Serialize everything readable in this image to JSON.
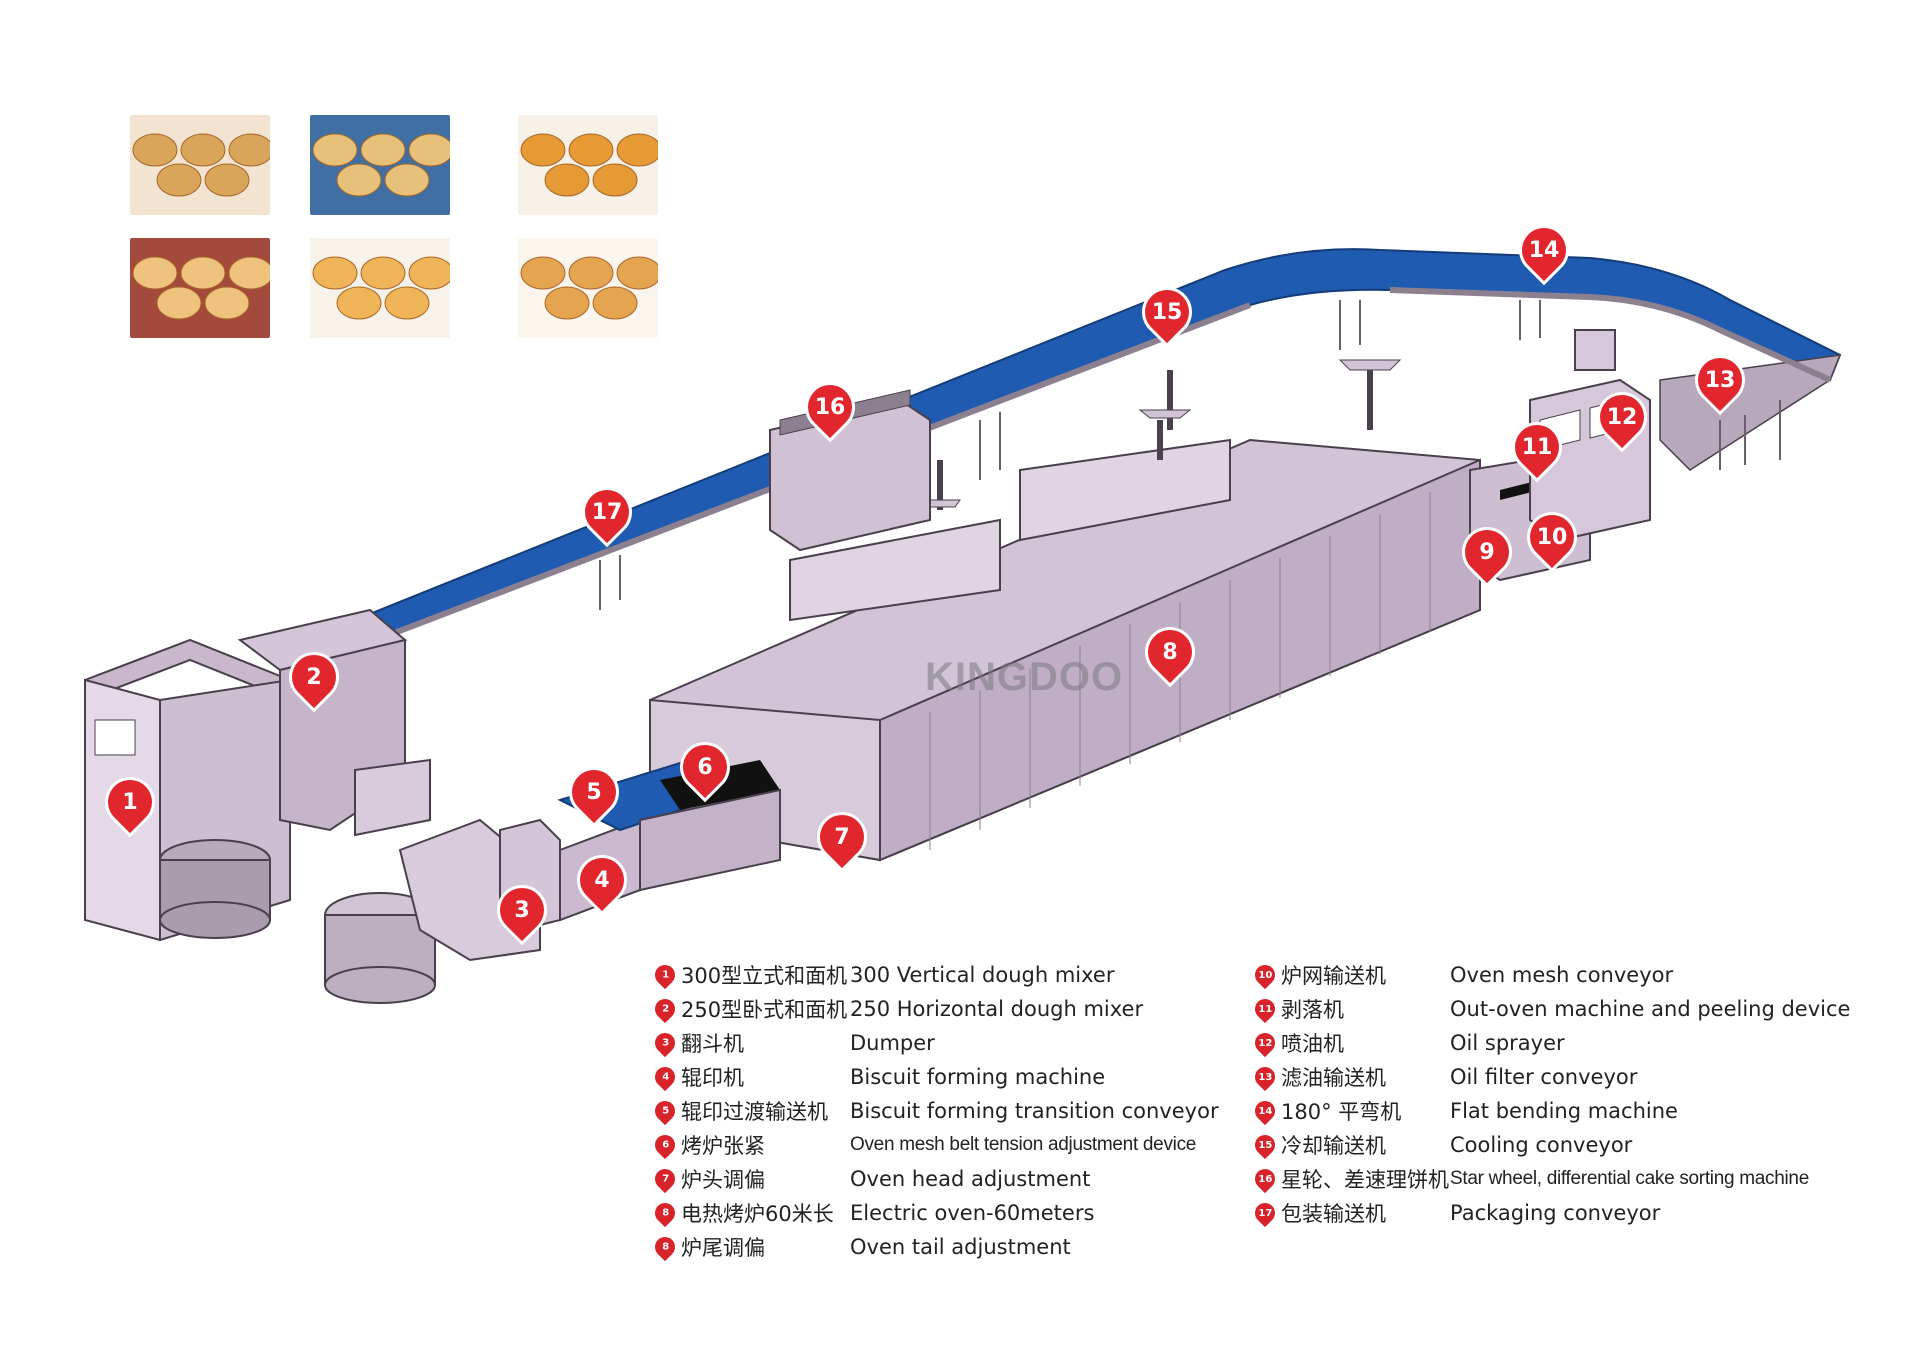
{
  "colors": {
    "conveyor_blue": "#1f5bb0",
    "machine_fill": "#c9b7cc",
    "machine_stroke": "#4a3f4c",
    "marker_red": "#e2262e"
  },
  "watermark": "KINGDOO",
  "photos": [
    {
      "name": "biscuit-stack-photo",
      "tone": "#d9a55a",
      "bg": "#f2e4d0"
    },
    {
      "name": "animal-cookies-blue-photo",
      "tone": "#e7c07a",
      "bg": "#3f6fa3"
    },
    {
      "name": "ring-cookies-photo",
      "tone": "#e59a35",
      "bg": "#f8f1e7"
    },
    {
      "name": "round-biscuits-photo",
      "tone": "#efc27d",
      "bg": "#a34a3c"
    },
    {
      "name": "bear-cookies-photo",
      "tone": "#f0b558",
      "bg": "#f7f2ea"
    },
    {
      "name": "sandwich-biscuits-photo",
      "tone": "#e4a450",
      "bg": "#fbf5ee"
    }
  ],
  "markers": [
    "1",
    "2",
    "3",
    "4",
    "5",
    "6",
    "7",
    "8",
    "9",
    "10",
    "11",
    "12",
    "13",
    "14",
    "15",
    "16",
    "17"
  ],
  "legend_left": [
    {
      "num": "1",
      "cn": "300型立式和面机",
      "en": "300 Vertical dough mixer"
    },
    {
      "num": "2",
      "cn": "250型卧式和面机",
      "en": "250 Horizontal dough mixer"
    },
    {
      "num": "3",
      "cn": "翻斗机",
      "en": "Dumper"
    },
    {
      "num": "4",
      "cn": "辊印机",
      "en": "Biscuit forming machine"
    },
    {
      "num": "5",
      "cn": " 辊印过渡输送机",
      "en": "Biscuit forming transition conveyor"
    },
    {
      "num": "6",
      "cn": " 烤炉张紧",
      "en": "Oven mesh belt tension adjustment device"
    },
    {
      "num": "7",
      "cn": "炉头调偏",
      "en": "Oven head adjustment"
    },
    {
      "num": "8",
      "cn": "电热烤炉60米长",
      "en": "Electric oven-60meters"
    },
    {
      "num": "8",
      "cn": "炉尾调偏",
      "en": "Oven tail adjustment"
    }
  ],
  "legend_right": [
    {
      "num": "10",
      "cn": "炉网输送机",
      "en": "Oven mesh conveyor"
    },
    {
      "num": "11",
      "cn": "剥落机",
      "en": "Out-oven machine and peeling device"
    },
    {
      "num": "12",
      "cn": "喷油机",
      "en": "Oil sprayer"
    },
    {
      "num": "13",
      "cn": "滤油输送机",
      "en": "Oil filter conveyor"
    },
    {
      "num": "14",
      "cn": "180° 平弯机",
      "en": "Flat bending machine"
    },
    {
      "num": "15",
      "cn": "冷却输送机",
      "en": "Cooling conveyor"
    },
    {
      "num": "16",
      "cn": "星轮、差速理饼机",
      "en": "Star wheel, differential cake sorting machine"
    },
    {
      "num": "17",
      "cn": "包装输送机",
      "en": "Packaging conveyor"
    }
  ]
}
